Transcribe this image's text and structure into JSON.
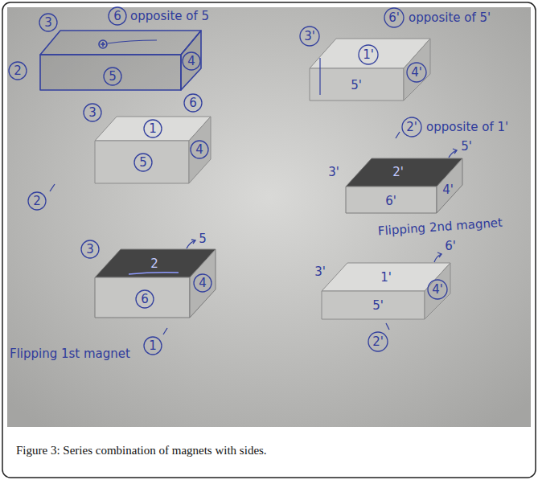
{
  "diagram": {
    "caption": "Figure 3: Series combination of magnets with sides.",
    "labels": [
      "3",
      "6",
      "opposite of 5",
      "2",
      "5",
      "4",
      "3",
      "6",
      "1",
      "4",
      "5",
      "2",
      "3",
      "5",
      "2",
      "4",
      "6",
      "1",
      "Flipping 1st magnet",
      "3'",
      "6'",
      "opposite of 5'",
      "1'",
      "4'",
      "5'",
      "2'",
      "opposite of 1'",
      "3'",
      "2'",
      "5'",
      "4'",
      "6'",
      "Flipping 2nd magnet",
      "6'",
      "3'",
      "1'",
      "4'",
      "5'",
      "2'"
    ]
  }
}
